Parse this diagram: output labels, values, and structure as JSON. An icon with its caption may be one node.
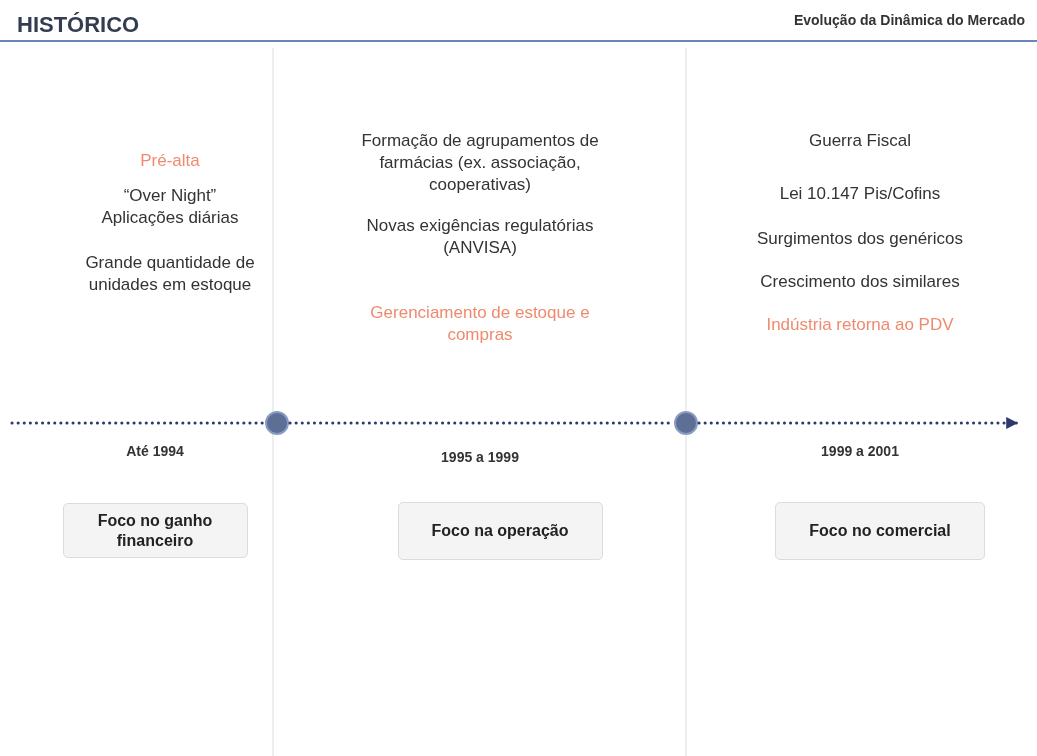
{
  "diagram": {
    "title": "HISTÓRICO",
    "nodes": [
      {
        "text": [],
        "shape": "circle"
      },
      {
        "text": [],
        "shape": "circle"
      },
      {
        "text": [
          "Foco no ganho financeiro"
        ]
      },
      {
        "text": [
          "Foco na operação"
        ]
      },
      {
        "text": [
          "Foco no comercial"
        ]
      }
    ],
    "edges": [
      {
        "from": null,
        "to": 0,
        "arrow": "none"
      },
      {
        "from": 0,
        "to": 1,
        "arrow": "none"
      },
      {
        "from": 1,
        "to": null,
        "arrow": "to"
      }
    ],
    "labels": [
      "Evolução da Dinâmica do Mercado",
      "Pré-alta",
      "“Over Night” Aplicações diárias",
      "Grande quantidade de unidades em estoque",
      "Formação de agrupamentos de farmácias (ex. associação, cooperativas)",
      "Novas exigências regulatórias (ANVISA)",
      "Gerenciamento de estoque e compras",
      "Guerra Fiscal",
      "Lei 10.147 Pis/Cofins",
      "Surgimentos dos genéricos",
      "Crescimento dos similares",
      "Indústria retorna ao PDV",
      "Até 1994",
      "1995 a 1999",
      "1999 a 2001"
    ]
  }
}
